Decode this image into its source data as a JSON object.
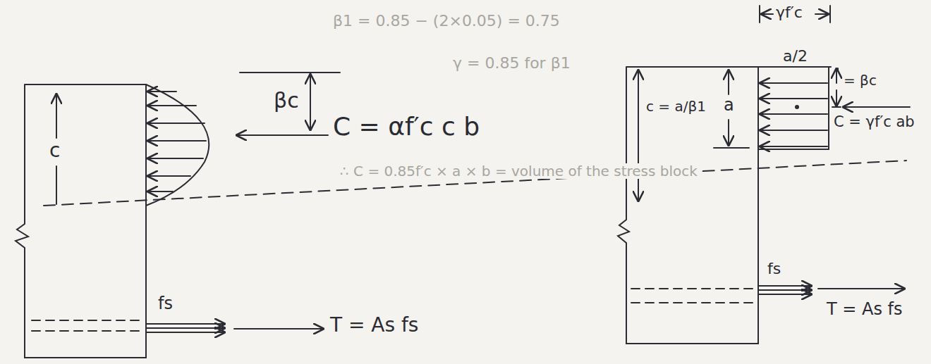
{
  "diagram": {
    "labels": [
      "βc",
      "C = αf′c c b",
      "c",
      "fs",
      "T = As fs",
      "γf′c",
      "c = a/β1",
      "a",
      "a/2",
      "= βc",
      "C = γf′c ab",
      "fs",
      "T = As fs",
      "β1 = 0.85 − (2×0.05) = 0.75",
      "γ = 0.85 for β1",
      "∴ C = 0.85f′c × a × b = volume of the stress block"
    ]
  }
}
